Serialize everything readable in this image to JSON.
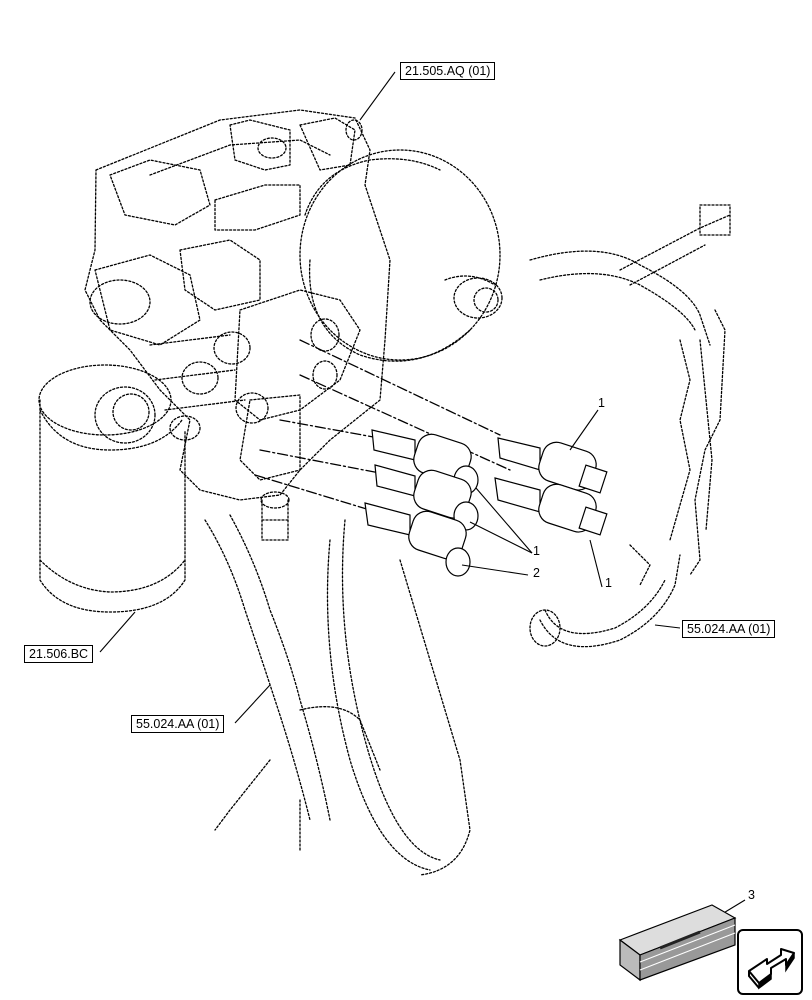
{
  "references": {
    "top_valve": "21.505.AQ (01)",
    "filter": "21.506.BC",
    "harness_left": "55.024.AA (01)",
    "harness_right": "55.024.AA (01)"
  },
  "callouts": {
    "item1_top": "1",
    "item1_mid": "1",
    "item1_bottom": "1",
    "item2": "2",
    "item3": "3"
  },
  "icons": {
    "nav": "next-page-arrow-icon",
    "kit": "service-kit-box-icon"
  }
}
